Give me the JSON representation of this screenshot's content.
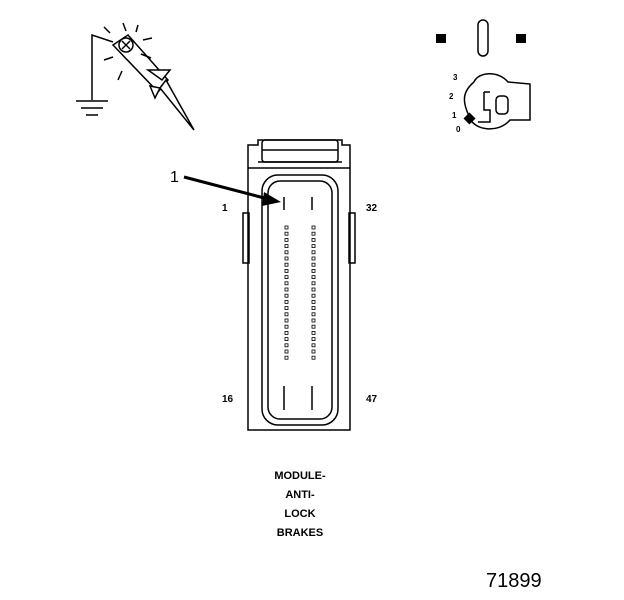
{
  "connector": {
    "callout": "1",
    "pin_top_left": "1",
    "pin_top_right": "32",
    "pin_bottom_left": "16",
    "pin_bottom_right": "47"
  },
  "ignition_key": {
    "positions": [
      "3",
      "2",
      "1",
      "0"
    ]
  },
  "caption": {
    "lines": [
      "MODULE-",
      "ANTI-",
      "LOCK",
      "BRAKES"
    ]
  },
  "figure_number": "71899",
  "icons": [
    "test-light-icon",
    "ground-symbol-icon",
    "ignition-switch-icon",
    "ignition-key-icon"
  ]
}
